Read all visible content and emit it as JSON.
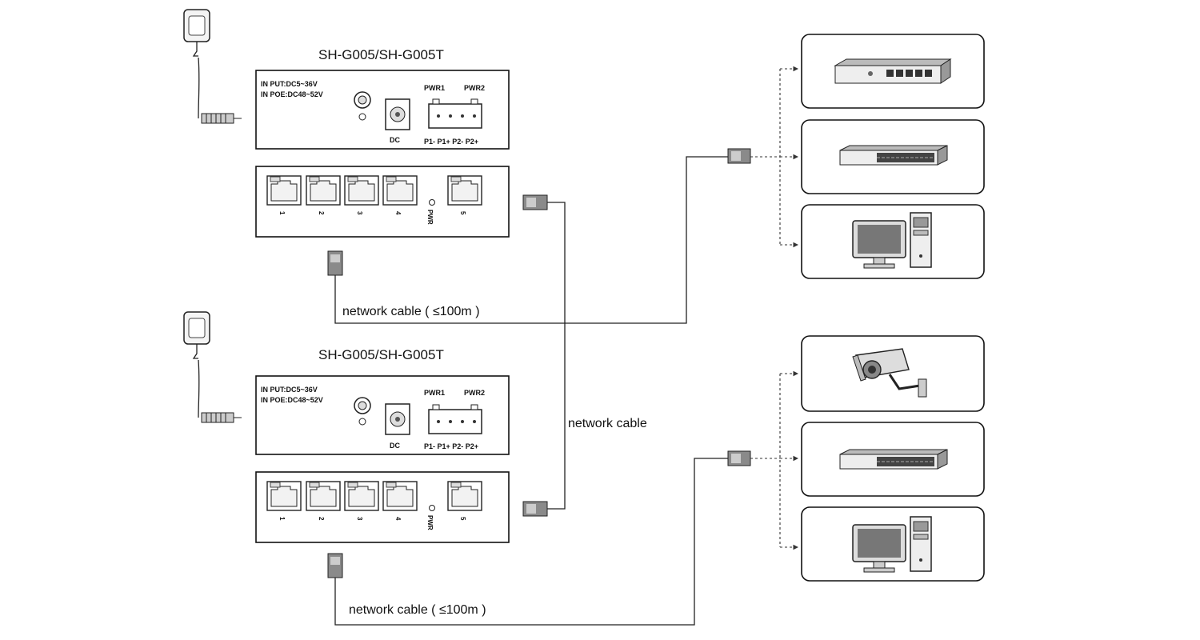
{
  "switches": [
    {
      "model": "SH-G005/SH-G005T",
      "input_dc": "IN PUT:DC5~36V",
      "input_poe": "IN POE:DC48~52V",
      "dc_label": "DC",
      "pwr1": "PWR1",
      "pwr2": "PWR2",
      "terminal_pins": "P1- P1+ P2- P2+",
      "ports": [
        "1",
        "2",
        "3",
        "4"
      ],
      "pwr_led": "PWR",
      "uplink_port": "5"
    },
    {
      "model": "SH-G005/SH-G005T",
      "input_dc": "IN PUT:DC5~36V",
      "input_poe": "IN POE:DC48~52V",
      "dc_label": "DC",
      "pwr1": "PWR1",
      "pwr2": "PWR2",
      "terminal_pins": "P1- P1+ P2- P2+",
      "ports": [
        "1",
        "2",
        "3",
        "4"
      ],
      "pwr_led": "PWR",
      "uplink_port": "5"
    }
  ],
  "cables": {
    "top_to_devices": "network cable ( ≤100m )",
    "between_switches": "network cable",
    "bottom_to_devices": "network cable ( ≤100m )"
  },
  "device_groups": [
    {
      "devices": [
        "switch-icon",
        "switch-icon",
        "computer-icon"
      ]
    },
    {
      "devices": [
        "camera-icon",
        "switch-icon",
        "computer-icon"
      ]
    }
  ]
}
